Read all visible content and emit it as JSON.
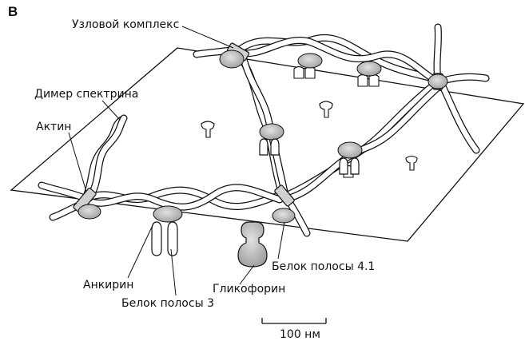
{
  "panel_label": "B",
  "labels": {
    "node_complex": "Узловой комплекс",
    "spectrin_dimer": "Димер спектрина",
    "actin": "Актин",
    "ankyrin": "Анкирин",
    "band3": "Белок полосы 3",
    "glycophorin": "Гликофорин",
    "band41": "Белок полосы 4.1",
    "scale": "100 нм"
  },
  "colors": {
    "line": "#111111",
    "protein_fill": "#c4c4c4",
    "background": "#ffffff"
  }
}
